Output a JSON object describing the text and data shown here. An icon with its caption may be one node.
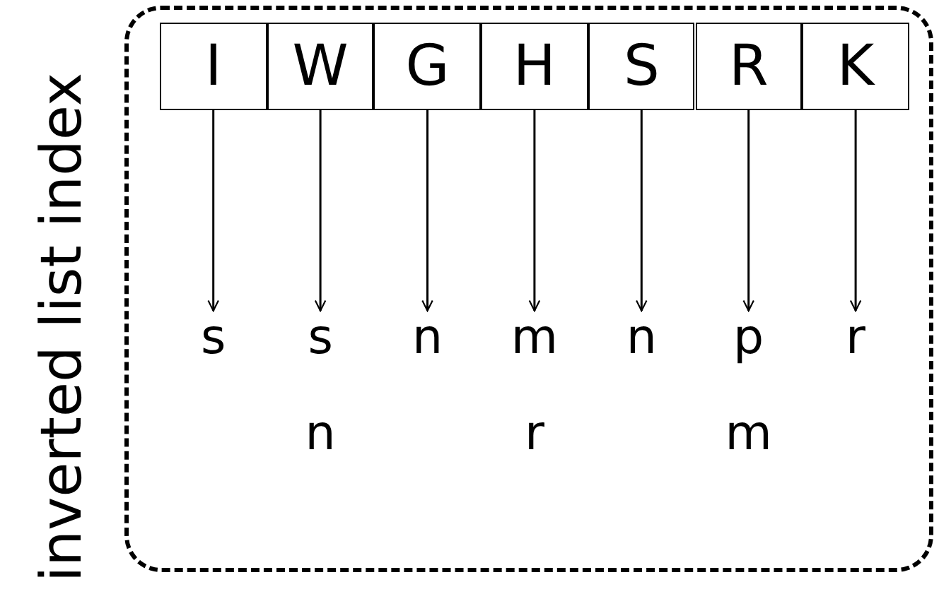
{
  "diagram": {
    "nodes": [
      {
        "text": [
          "inverted list index"
        ]
      },
      {
        "text": [
          "I"
        ],
        "in": 0
      },
      {
        "text": [
          "W"
        ],
        "in": 0
      },
      {
        "text": [
          "G"
        ],
        "in": 0
      },
      {
        "text": [
          "H"
        ],
        "in": 0
      },
      {
        "text": [
          "S"
        ],
        "in": 0
      },
      {
        "text": [
          "R"
        ],
        "in": 0
      },
      {
        "text": [
          "K"
        ],
        "in": 0
      },
      {
        "text": [
          "s"
        ],
        "in": 0
      },
      {
        "text": [
          "s",
          "n"
        ],
        "in": 0
      },
      {
        "text": [
          "n"
        ],
        "in": 0
      },
      {
        "text": [
          "m",
          "r"
        ],
        "in": 0
      },
      {
        "text": [
          "n"
        ],
        "in": 0
      },
      {
        "text": [
          "p",
          "m"
        ],
        "in": 0
      },
      {
        "text": [
          "r"
        ],
        "in": 0
      }
    ],
    "edges": [
      {
        "from": 1,
        "to": 8,
        "arrow": "to"
      },
      {
        "from": 2,
        "to": 9,
        "arrow": "to"
      },
      {
        "from": 3,
        "to": 10,
        "arrow": "to"
      },
      {
        "from": 4,
        "to": 11,
        "arrow": "to"
      },
      {
        "from": 5,
        "to": 12,
        "arrow": "to"
      },
      {
        "from": 6,
        "to": 13,
        "arrow": "to"
      },
      {
        "from": 7,
        "to": 14,
        "arrow": "to"
      }
    ]
  }
}
